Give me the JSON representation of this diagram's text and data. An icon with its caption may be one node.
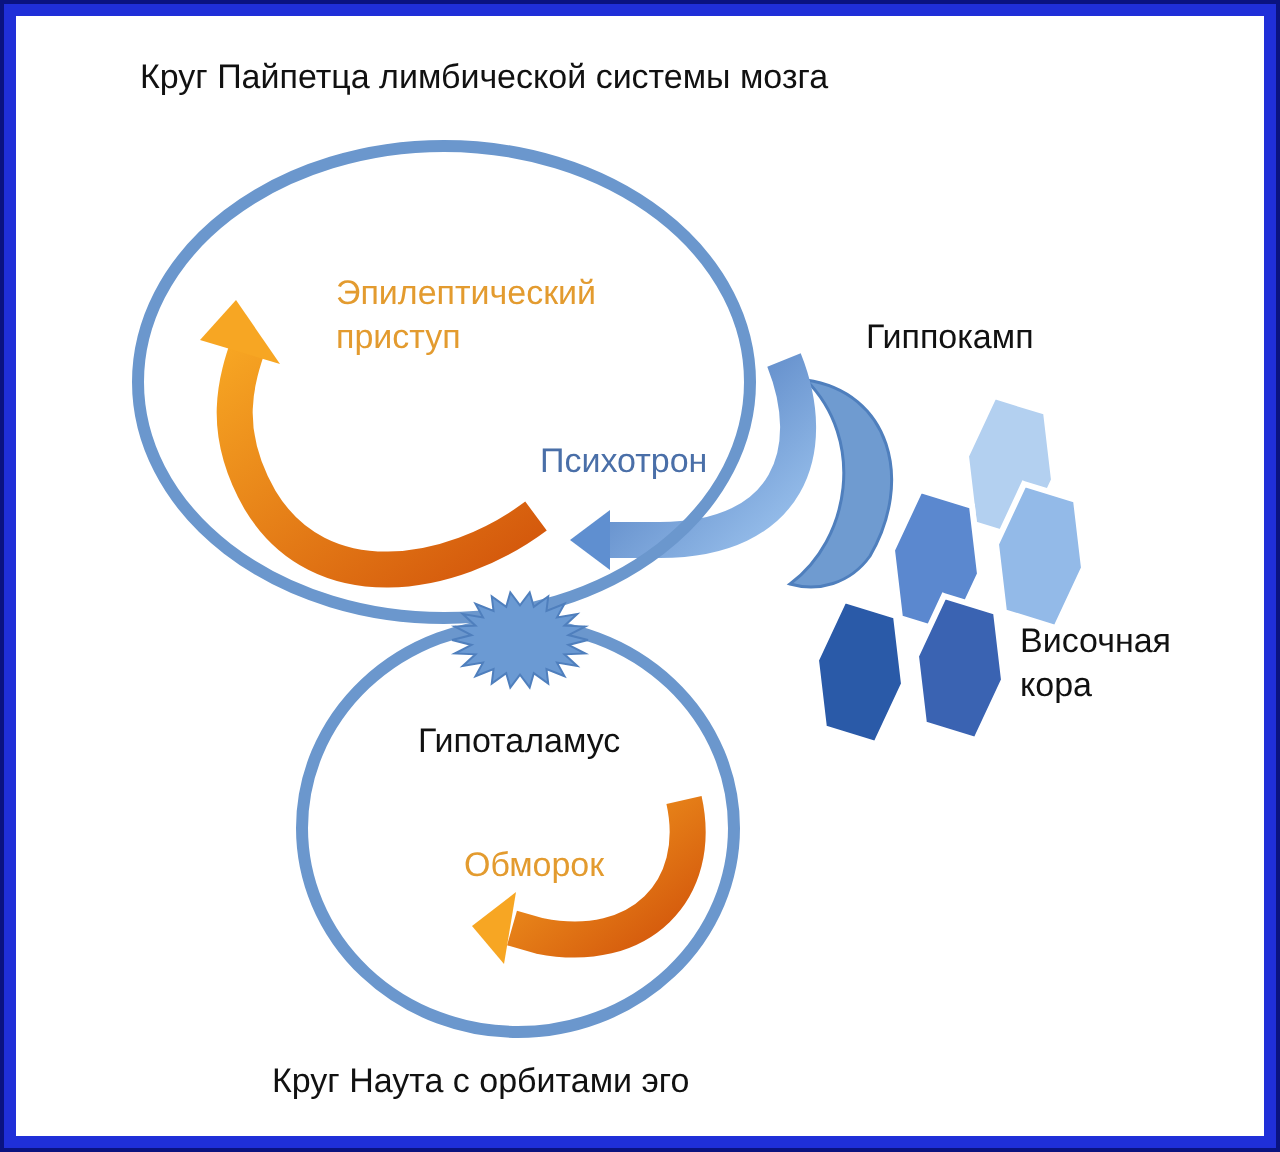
{
  "diagram": {
    "nodes": [
      {
        "text": [
          "Круг Пайпетца лимбической системы мозга"
        ]
      },
      {
        "text": [
          "Круг Наута с орбитами эго"
        ]
      },
      {
        "text": [],
        "shape": "starburst"
      }
    ],
    "labels": [
      "Эпилептический приступ",
      "Гиппокамп",
      "Психотрон",
      "Височная кора",
      "Гипоталамус",
      "Обморок"
    ]
  }
}
